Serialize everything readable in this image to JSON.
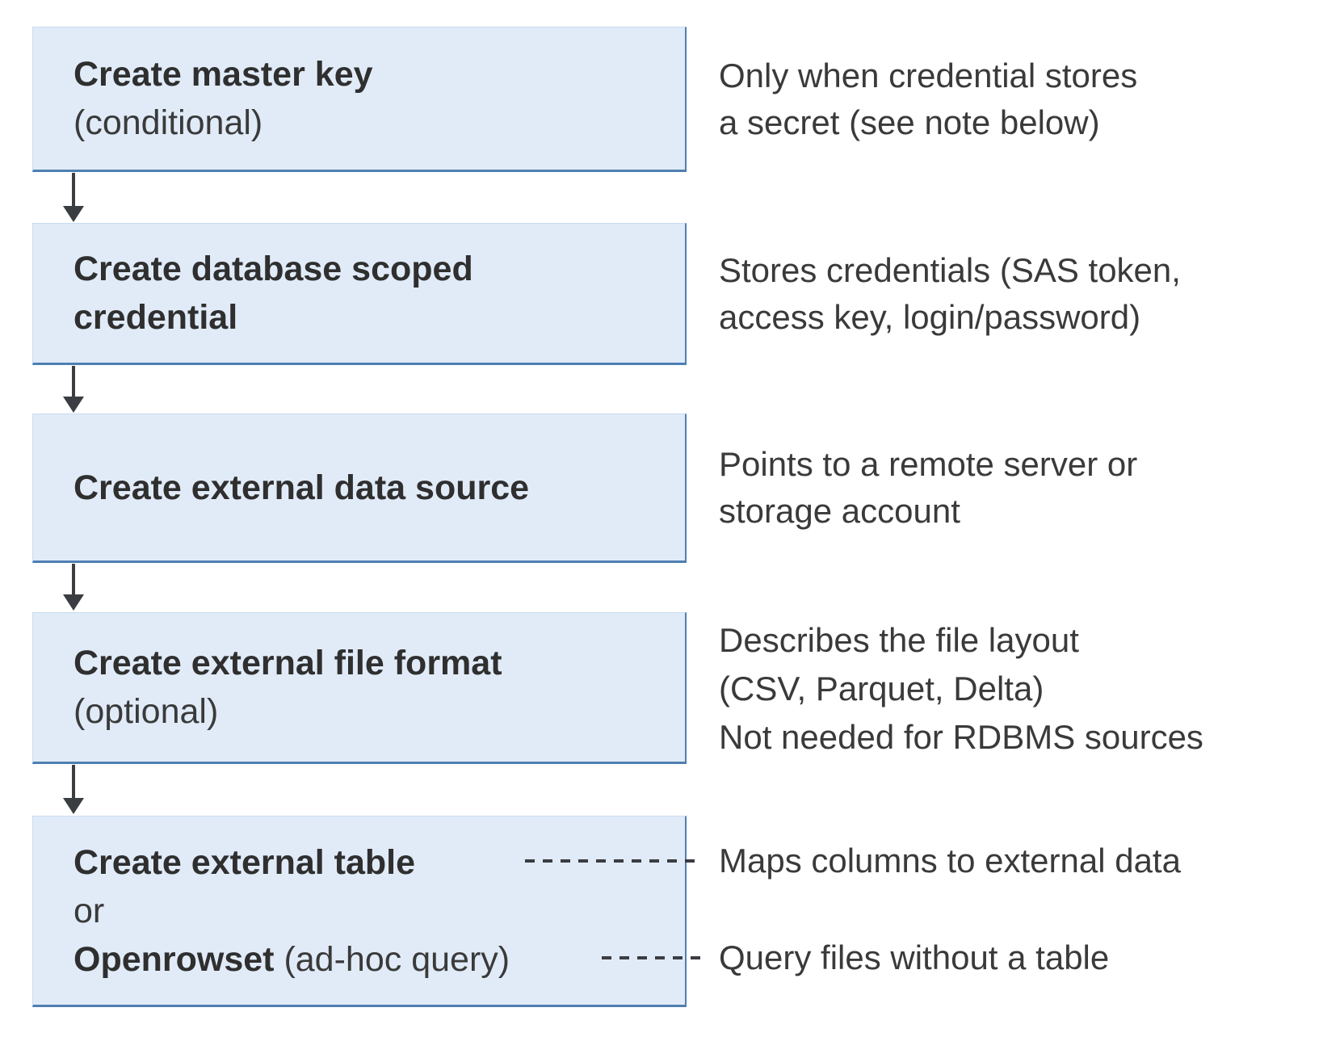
{
  "colors": {
    "box_fill": "#e1ebf8",
    "box_border_blue": "#4e7fb2",
    "arrow_gray": "#3a3d42",
    "text_gray": "#3a3a3a"
  },
  "steps": [
    {
      "title": "Create master key",
      "subtitle": "(conditional)"
    },
    {
      "title": "Create database scoped credential"
    },
    {
      "title": "Create external data source"
    },
    {
      "title": "Create external file format",
      "subtitle": "(optional)"
    },
    {
      "title": "Create external table",
      "or_label": "or",
      "alt_title": "Openrowset",
      "alt_note": "(ad-hoc query)"
    }
  ],
  "notes": [
    {
      "line1": "Only when credential stores",
      "line2": "a secret (see note below)"
    },
    {
      "line1": "Stores credentials (SAS token,",
      "line2": "access key, login/password)"
    },
    {
      "line1": "Points to a remote server or",
      "line2": "storage account"
    },
    {
      "line1": "Describes the file layout",
      "line2": "(CSV, Parquet, Delta)",
      "line3": "Not needed for RDBMS sources"
    },
    {
      "line1": "Maps columns to external data"
    },
    {
      "line1": "Query files without a table"
    }
  ]
}
